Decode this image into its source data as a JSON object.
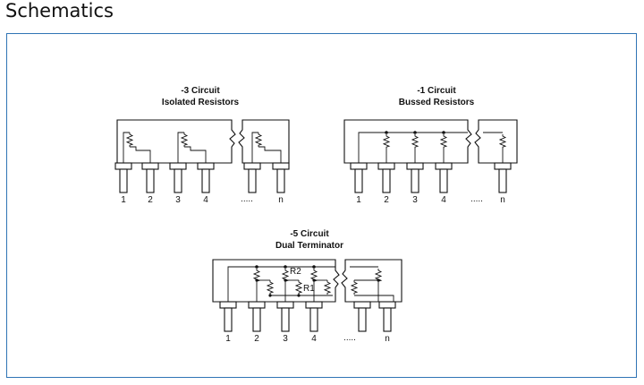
{
  "page": {
    "title": "Schematics"
  },
  "circuits": {
    "isolated": {
      "title_line1": "-3 Circuit",
      "title_line2": "Isolated Resistors",
      "pins": [
        "1",
        "2",
        "3",
        "4",
        "n"
      ],
      "dots": "....."
    },
    "bussed": {
      "title_line1": "-1 Circuit",
      "title_line2": "Bussed Resistors",
      "pins": [
        "1",
        "2",
        "3",
        "4",
        "n"
      ],
      "dots": "....."
    },
    "dual": {
      "title_line1": "-5 Circuit",
      "title_line2": "Dual Terminator",
      "pins": [
        "1",
        "2",
        "3",
        "4",
        "n"
      ],
      "dots": ".....",
      "label_r1": "R1",
      "label_r2": "R2"
    }
  }
}
